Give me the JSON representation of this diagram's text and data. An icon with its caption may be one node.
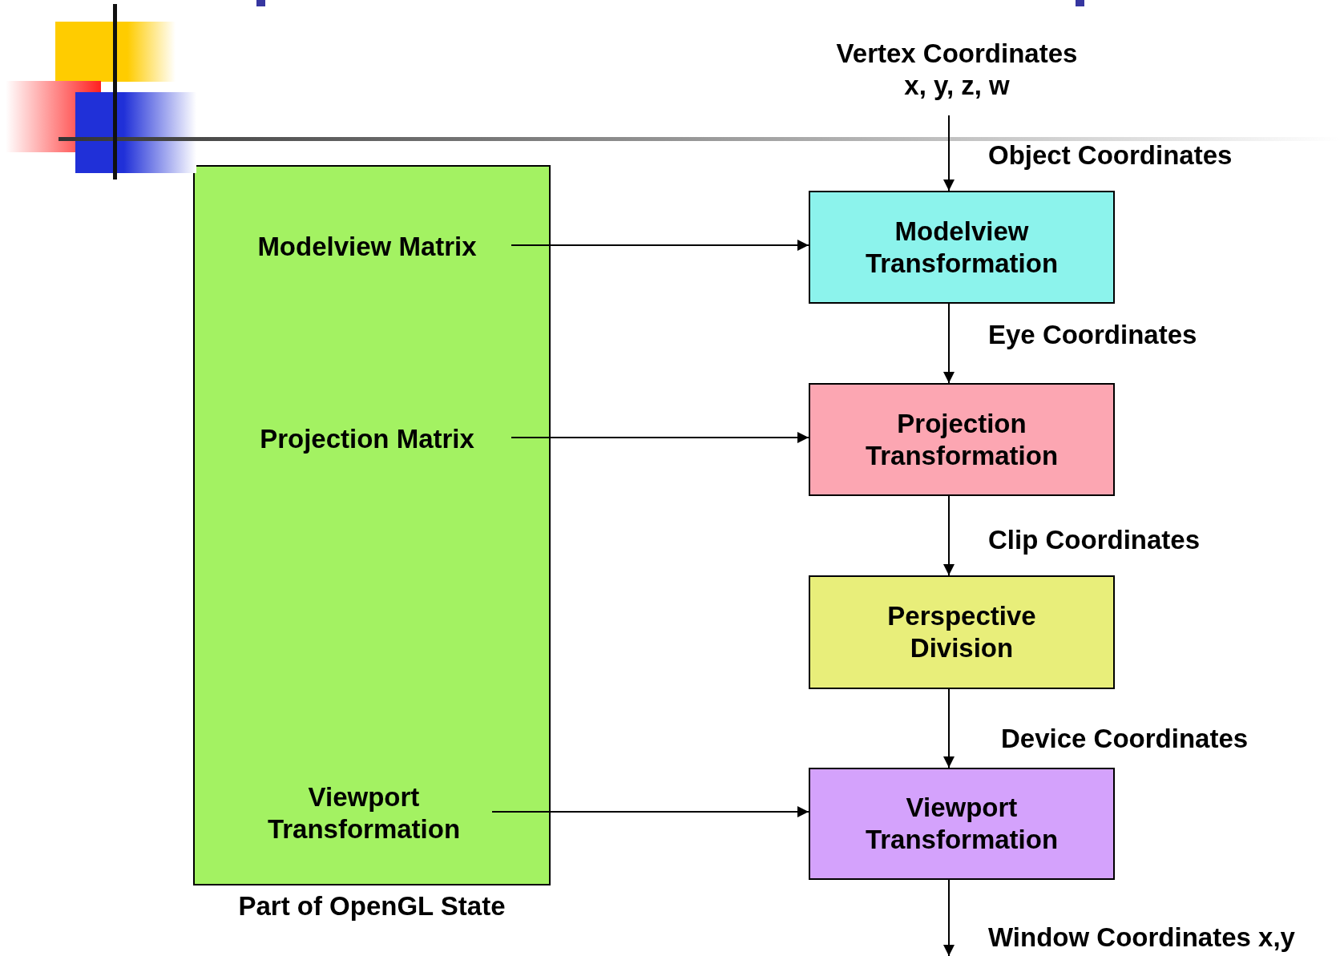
{
  "diagram": {
    "nodes": [
      {
        "text": [],
        "shape": "box",
        "beside": [
          "Part of OpenGL State"
        ]
      },
      {
        "text": [
          "Modelview Matrix"
        ],
        "in": 0
      },
      {
        "text": [
          "Projection Matrix"
        ],
        "in": 0
      },
      {
        "text": [
          "Viewport Transformation"
        ],
        "in": 0
      },
      {
        "text": [
          "Vertex Coordinates x, y, z, w"
        ]
      },
      {
        "text": [
          "Modelview Transformation"
        ]
      },
      {
        "text": [
          "Projection Transformation"
        ]
      },
      {
        "text": [
          "Perspective Division"
        ]
      },
      {
        "text": [
          "Viewport Transformation"
        ]
      }
    ],
    "edges": [
      {
        "from": 1,
        "to": 5,
        "arrow": "to"
      },
      {
        "from": 2,
        "to": 6,
        "arrow": "to"
      },
      {
        "from": 3,
        "to": 8,
        "arrow": "to"
      },
      {
        "from": 4,
        "to": 5,
        "arrow": "to",
        "label": "Object Coordinates"
      },
      {
        "from": 5,
        "to": 6,
        "arrow": "to",
        "label": "Eye Coordinates"
      },
      {
        "from": 6,
        "to": 7,
        "arrow": "to",
        "label": "Clip Coordinates"
      },
      {
        "from": 7,
        "to": 8,
        "arrow": "to",
        "label": "Device Coordinates"
      },
      {
        "from": 8,
        "to": null,
        "arrow": "to",
        "label": "Window Coordinates x,y"
      }
    ]
  }
}
